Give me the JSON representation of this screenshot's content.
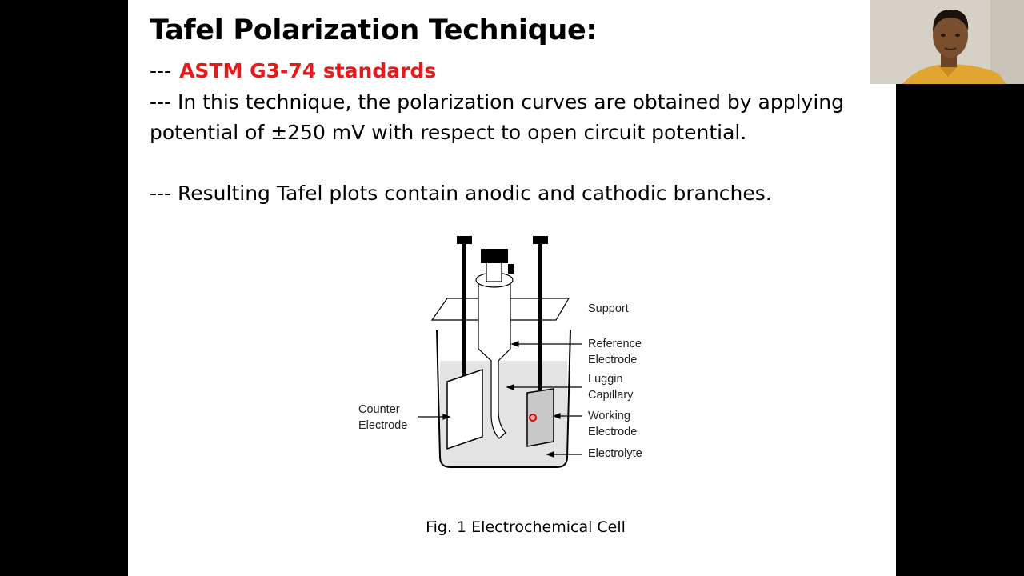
{
  "slide": {
    "title": "Tafel Polarization Technique:",
    "bullet1_prefix": "---",
    "bullet1_standard": "ASTM G3-74 standards",
    "bullet2": "--- In this technique, the polarization curves are obtained by applying potential of ±250 mV with respect to open circuit potential.",
    "bullet3": "--- Resulting Tafel plots contain anodic and cathodic branches.",
    "caption": "Fig. 1 Electrochemical Cell",
    "standard_color": "#e31b1b"
  },
  "diagram": {
    "labels": {
      "support": "Support",
      "reference_1": "Reference",
      "reference_2": "Electrode",
      "luggin_1": "Luggin",
      "luggin_2": "Capillary",
      "working_1": "Working",
      "working_2": "Electrode",
      "electrolyte": "Electrolyte",
      "counter_1": "Counter",
      "counter_2": "Electrode"
    }
  },
  "webcam": {
    "icon": "presenter-video-feed"
  }
}
